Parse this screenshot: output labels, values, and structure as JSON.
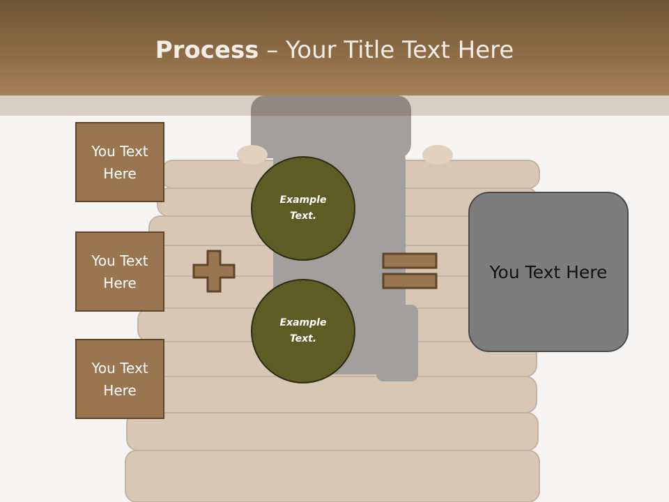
{
  "title": {
    "bold": "Process",
    "rest": " – Your Title Text Here"
  },
  "side_boxes": [
    {
      "label": "You Text\nHere"
    },
    {
      "label": "You Text\nHere"
    },
    {
      "label": "You Text\nHere"
    }
  ],
  "circles": [
    {
      "label": "Example\nText."
    },
    {
      "label": "Example\nText."
    }
  ],
  "result": {
    "label": "You Text Here"
  },
  "icons": {
    "operator_1": "plus-icon",
    "operator_2": "equals-icon"
  },
  "colors": {
    "header": "#8c6b45",
    "box_fill": "#9a7650",
    "circle_fill": "#5c5c24",
    "result_fill": "#7d7d7d"
  }
}
